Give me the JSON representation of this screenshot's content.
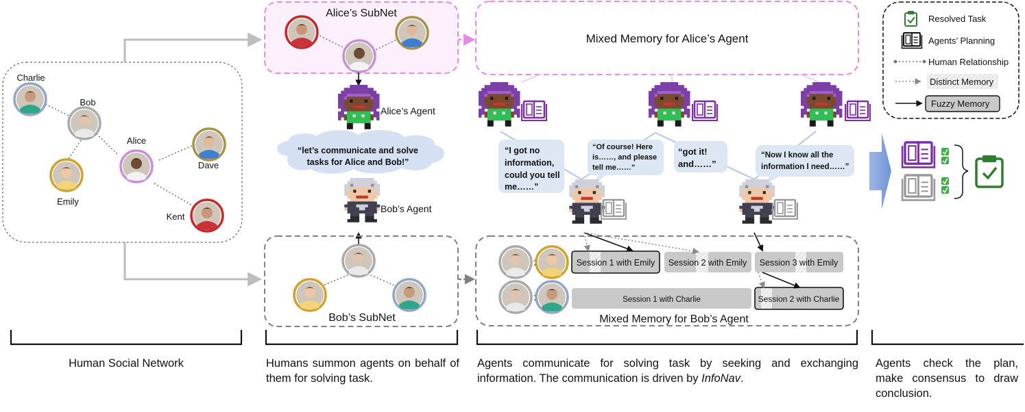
{
  "network": {
    "people": [
      {
        "name": "Charlie",
        "ring": "#8fa6c9",
        "skin": "#c79a7e",
        "shirt": "#2fa58a"
      },
      {
        "name": "Bob",
        "ring": "#a9a9a9",
        "skin": "#e2c3ad",
        "shirt": "#e9e9e9"
      },
      {
        "name": "Alice",
        "ring": "#c98fd6",
        "skin": "#6e4b35",
        "shirt": "#f2f2f2"
      },
      {
        "name": "Dave",
        "ring": "#a8914a",
        "skin": "#e0b99c",
        "shirt": "#3f7ecf"
      },
      {
        "name": "Emily",
        "ring": "#d1a22c",
        "skin": "#efc6a6",
        "shirt": "#f2d37a"
      },
      {
        "name": "Kent",
        "ring": "#c62828",
        "skin": "#c99576",
        "shirt": "#c8323a"
      }
    ]
  },
  "subnets": {
    "alice_title": "Alice’s SubNet",
    "bob_title": "Bob’s SubNet",
    "alice_agent": "Alice’s Agent",
    "bob_agent": "Bob’s Agent",
    "cloud_text": [
      "“let’s communicate and solve",
      "tasks for Alice and Bob!”"
    ]
  },
  "memory": {
    "alice_title": "Mixed Memory  for Alice’s Agent",
    "bob_title": "Mixed Memory for Bob’s Agent",
    "sessions": {
      "row1": [
        "Session 1 with Emily",
        "Session 2 with Emily",
        "Session 3 with Emily"
      ],
      "row2": [
        "Session 1 with Charlie",
        "Session 2 with Charlie"
      ]
    },
    "colon": ":"
  },
  "bubbles": {
    "b1": [
      "“I got no",
      "information,",
      "could you tell",
      "me……”"
    ],
    "b2": [
      "“Of course! Here",
      "is……, and please",
      "tell me……”"
    ],
    "b3": [
      "“got it!",
      "and……”"
    ],
    "b4": [
      "“Now I know all the",
      "information I need……”"
    ]
  },
  "legend": {
    "resolved": "Resolved Task",
    "planning": "Agents’ Planning",
    "human": "Human Relationship",
    "distinct": "Distinct Memory",
    "fuzzy": "Fuzzy Memory"
  },
  "captions": {
    "c1": "Human Social Network",
    "c2": "Humans summon agents on behalf of them for solving task.",
    "c3_main": "Agents communicate for solving task by seeking and exchanging information. The communication is driven by",
    "c3_em": "InfoNav",
    "c3_end": ".",
    "c4": "Agents check the plan, make consensus to draw conclusion."
  },
  "colors": {
    "alice_purple": "#7b2fa6",
    "pink_dash": "#e58ae8",
    "gray_dash": "#8a8a8a",
    "bubble": "#dde6f3",
    "resolved_green": "#2e7d32",
    "arrow_blue": "#7f9fd6"
  }
}
